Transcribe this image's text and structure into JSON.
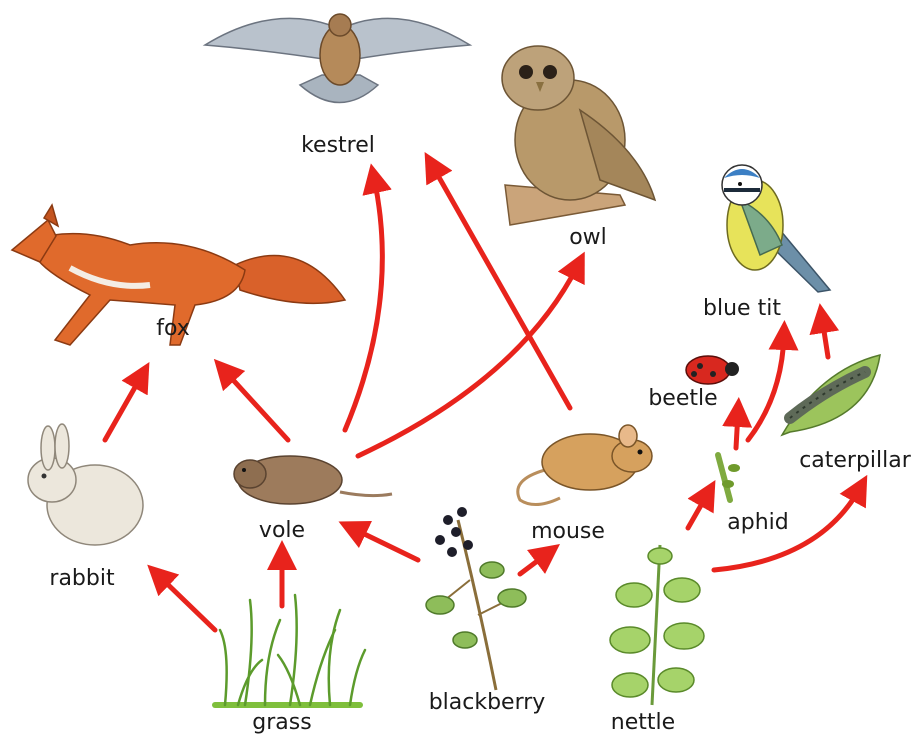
{
  "organisms": {
    "kestrel": "kestrel",
    "owl": "owl",
    "fox": "fox",
    "blue_tit": "blue tit",
    "beetle": "beetle",
    "caterpillar": "caterpillar",
    "rabbit": "rabbit",
    "vole": "vole",
    "mouse": "mouse",
    "aphid": "aphid",
    "grass": "grass",
    "blackberry": "blackberry",
    "nettle": "nettle"
  },
  "arrow_color": "#e8231c",
  "links": [
    {
      "from": "grass",
      "to": "rabbit"
    },
    {
      "from": "grass",
      "to": "vole"
    },
    {
      "from": "blackberry",
      "to": "vole"
    },
    {
      "from": "blackberry",
      "to": "mouse"
    },
    {
      "from": "rabbit",
      "to": "fox"
    },
    {
      "from": "vole",
      "to": "fox"
    },
    {
      "from": "vole",
      "to": "kestrel"
    },
    {
      "from": "vole",
      "to": "owl"
    },
    {
      "from": "mouse",
      "to": "kestrel"
    },
    {
      "from": "nettle",
      "to": "aphid"
    },
    {
      "from": "nettle",
      "to": "caterpillar"
    },
    {
      "from": "aphid",
      "to": "beetle"
    },
    {
      "from": "aphid",
      "to": "blue tit"
    },
    {
      "from": "caterpillar",
      "to": "blue tit"
    }
  ],
  "icons": [
    "kestrel-icon",
    "owl-icon",
    "fox-icon",
    "blue-tit-icon",
    "beetle-icon",
    "caterpillar-icon",
    "rabbit-icon",
    "vole-icon",
    "mouse-icon",
    "aphid-icon",
    "grass-icon",
    "blackberry-icon",
    "nettle-icon"
  ]
}
